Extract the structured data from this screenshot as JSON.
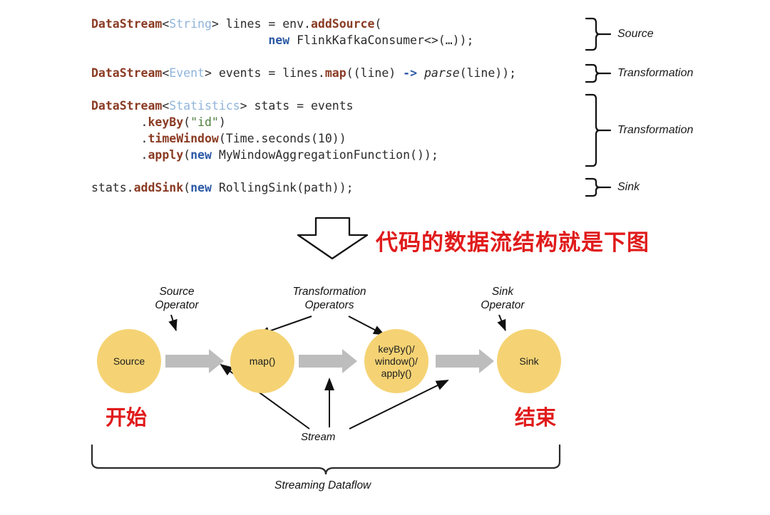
{
  "code": {
    "lines": [
      [
        {
          "t": "DataStream",
          "c": "tok-type"
        },
        {
          "t": "<",
          "c": "tok-plain"
        },
        {
          "t": "String",
          "c": "tok-gen"
        },
        {
          "t": "> lines = env.",
          "c": "tok-plain"
        },
        {
          "t": "addSource",
          "c": "tok-method"
        },
        {
          "t": "(",
          "c": "tok-plain"
        }
      ],
      [
        {
          "t": "                         ",
          "c": "tok-plain"
        },
        {
          "t": "new",
          "c": "tok-kw"
        },
        {
          "t": " FlinkKafkaConsumer<>(…));",
          "c": "tok-plain"
        }
      ],
      [],
      [
        {
          "t": "DataStream",
          "c": "tok-type"
        },
        {
          "t": "<",
          "c": "tok-plain"
        },
        {
          "t": "Event",
          "c": "tok-gen"
        },
        {
          "t": "> events = lines.",
          "c": "tok-plain"
        },
        {
          "t": "map",
          "c": "tok-method"
        },
        {
          "t": "((line) ",
          "c": "tok-plain"
        },
        {
          "t": "->",
          "c": "tok-arrow"
        },
        {
          "t": " ",
          "c": "tok-plain"
        },
        {
          "t": "parse",
          "c": "tok-ital"
        },
        {
          "t": "(line));",
          "c": "tok-plain"
        }
      ],
      [],
      [
        {
          "t": "DataStream",
          "c": "tok-type"
        },
        {
          "t": "<",
          "c": "tok-plain"
        },
        {
          "t": "Statistics",
          "c": "tok-gen"
        },
        {
          "t": "> stats = events",
          "c": "tok-plain"
        }
      ],
      [
        {
          "t": "       .",
          "c": "tok-plain"
        },
        {
          "t": "keyBy",
          "c": "tok-method"
        },
        {
          "t": "(",
          "c": "tok-plain"
        },
        {
          "t": "\"id\"",
          "c": "tok-str"
        },
        {
          "t": ")",
          "c": "tok-plain"
        }
      ],
      [
        {
          "t": "       .",
          "c": "tok-plain"
        },
        {
          "t": "timeWindow",
          "c": "tok-method"
        },
        {
          "t": "(Time.seconds(10))",
          "c": "tok-plain"
        }
      ],
      [
        {
          "t": "       .",
          "c": "tok-plain"
        },
        {
          "t": "apply",
          "c": "tok-method"
        },
        {
          "t": "(",
          "c": "tok-plain"
        },
        {
          "t": "new",
          "c": "tok-kw"
        },
        {
          "t": " MyWindowAggregationFunction());",
          "c": "tok-plain"
        }
      ],
      [],
      [
        {
          "t": "stats.",
          "c": "tok-plain"
        },
        {
          "t": "addSink",
          "c": "tok-method"
        },
        {
          "t": "(",
          "c": "tok-plain"
        },
        {
          "t": "new",
          "c": "tok-kw"
        },
        {
          "t": " RollingSink(path));",
          "c": "tok-plain"
        }
      ]
    ]
  },
  "brace_labels": {
    "source": "Source",
    "transformation_1": "Transformation",
    "transformation_2": "Transformation",
    "sink": "Sink"
  },
  "middle": {
    "caption": "代码的数据流结构就是下图",
    "caption_color": "#e01b1b",
    "arrow_icon": "down-block-arrow-icon"
  },
  "diagram": {
    "nodes": [
      {
        "id": "source",
        "label": "Source"
      },
      {
        "id": "map",
        "label": "map()"
      },
      {
        "id": "keyby",
        "label": "keyBy()/\nwindow()/\napply()"
      },
      {
        "id": "sink",
        "label": "Sink"
      }
    ],
    "operator_labels": [
      {
        "id": "source-operator",
        "text": "Source\nOperator"
      },
      {
        "id": "transformation-operators",
        "text": "Transformation\nOperators"
      },
      {
        "id": "sink-operator",
        "text": "Sink\nOperator"
      }
    ],
    "stream_label": "Stream",
    "dataflow_label": "Streaming Dataflow",
    "start_label": "开始",
    "end_label": "结束",
    "node_color": "#f5d374",
    "flow_arrow_color": "#bdbdbd",
    "annotation_color": "#111111",
    "red_color": "#e01b1b"
  }
}
